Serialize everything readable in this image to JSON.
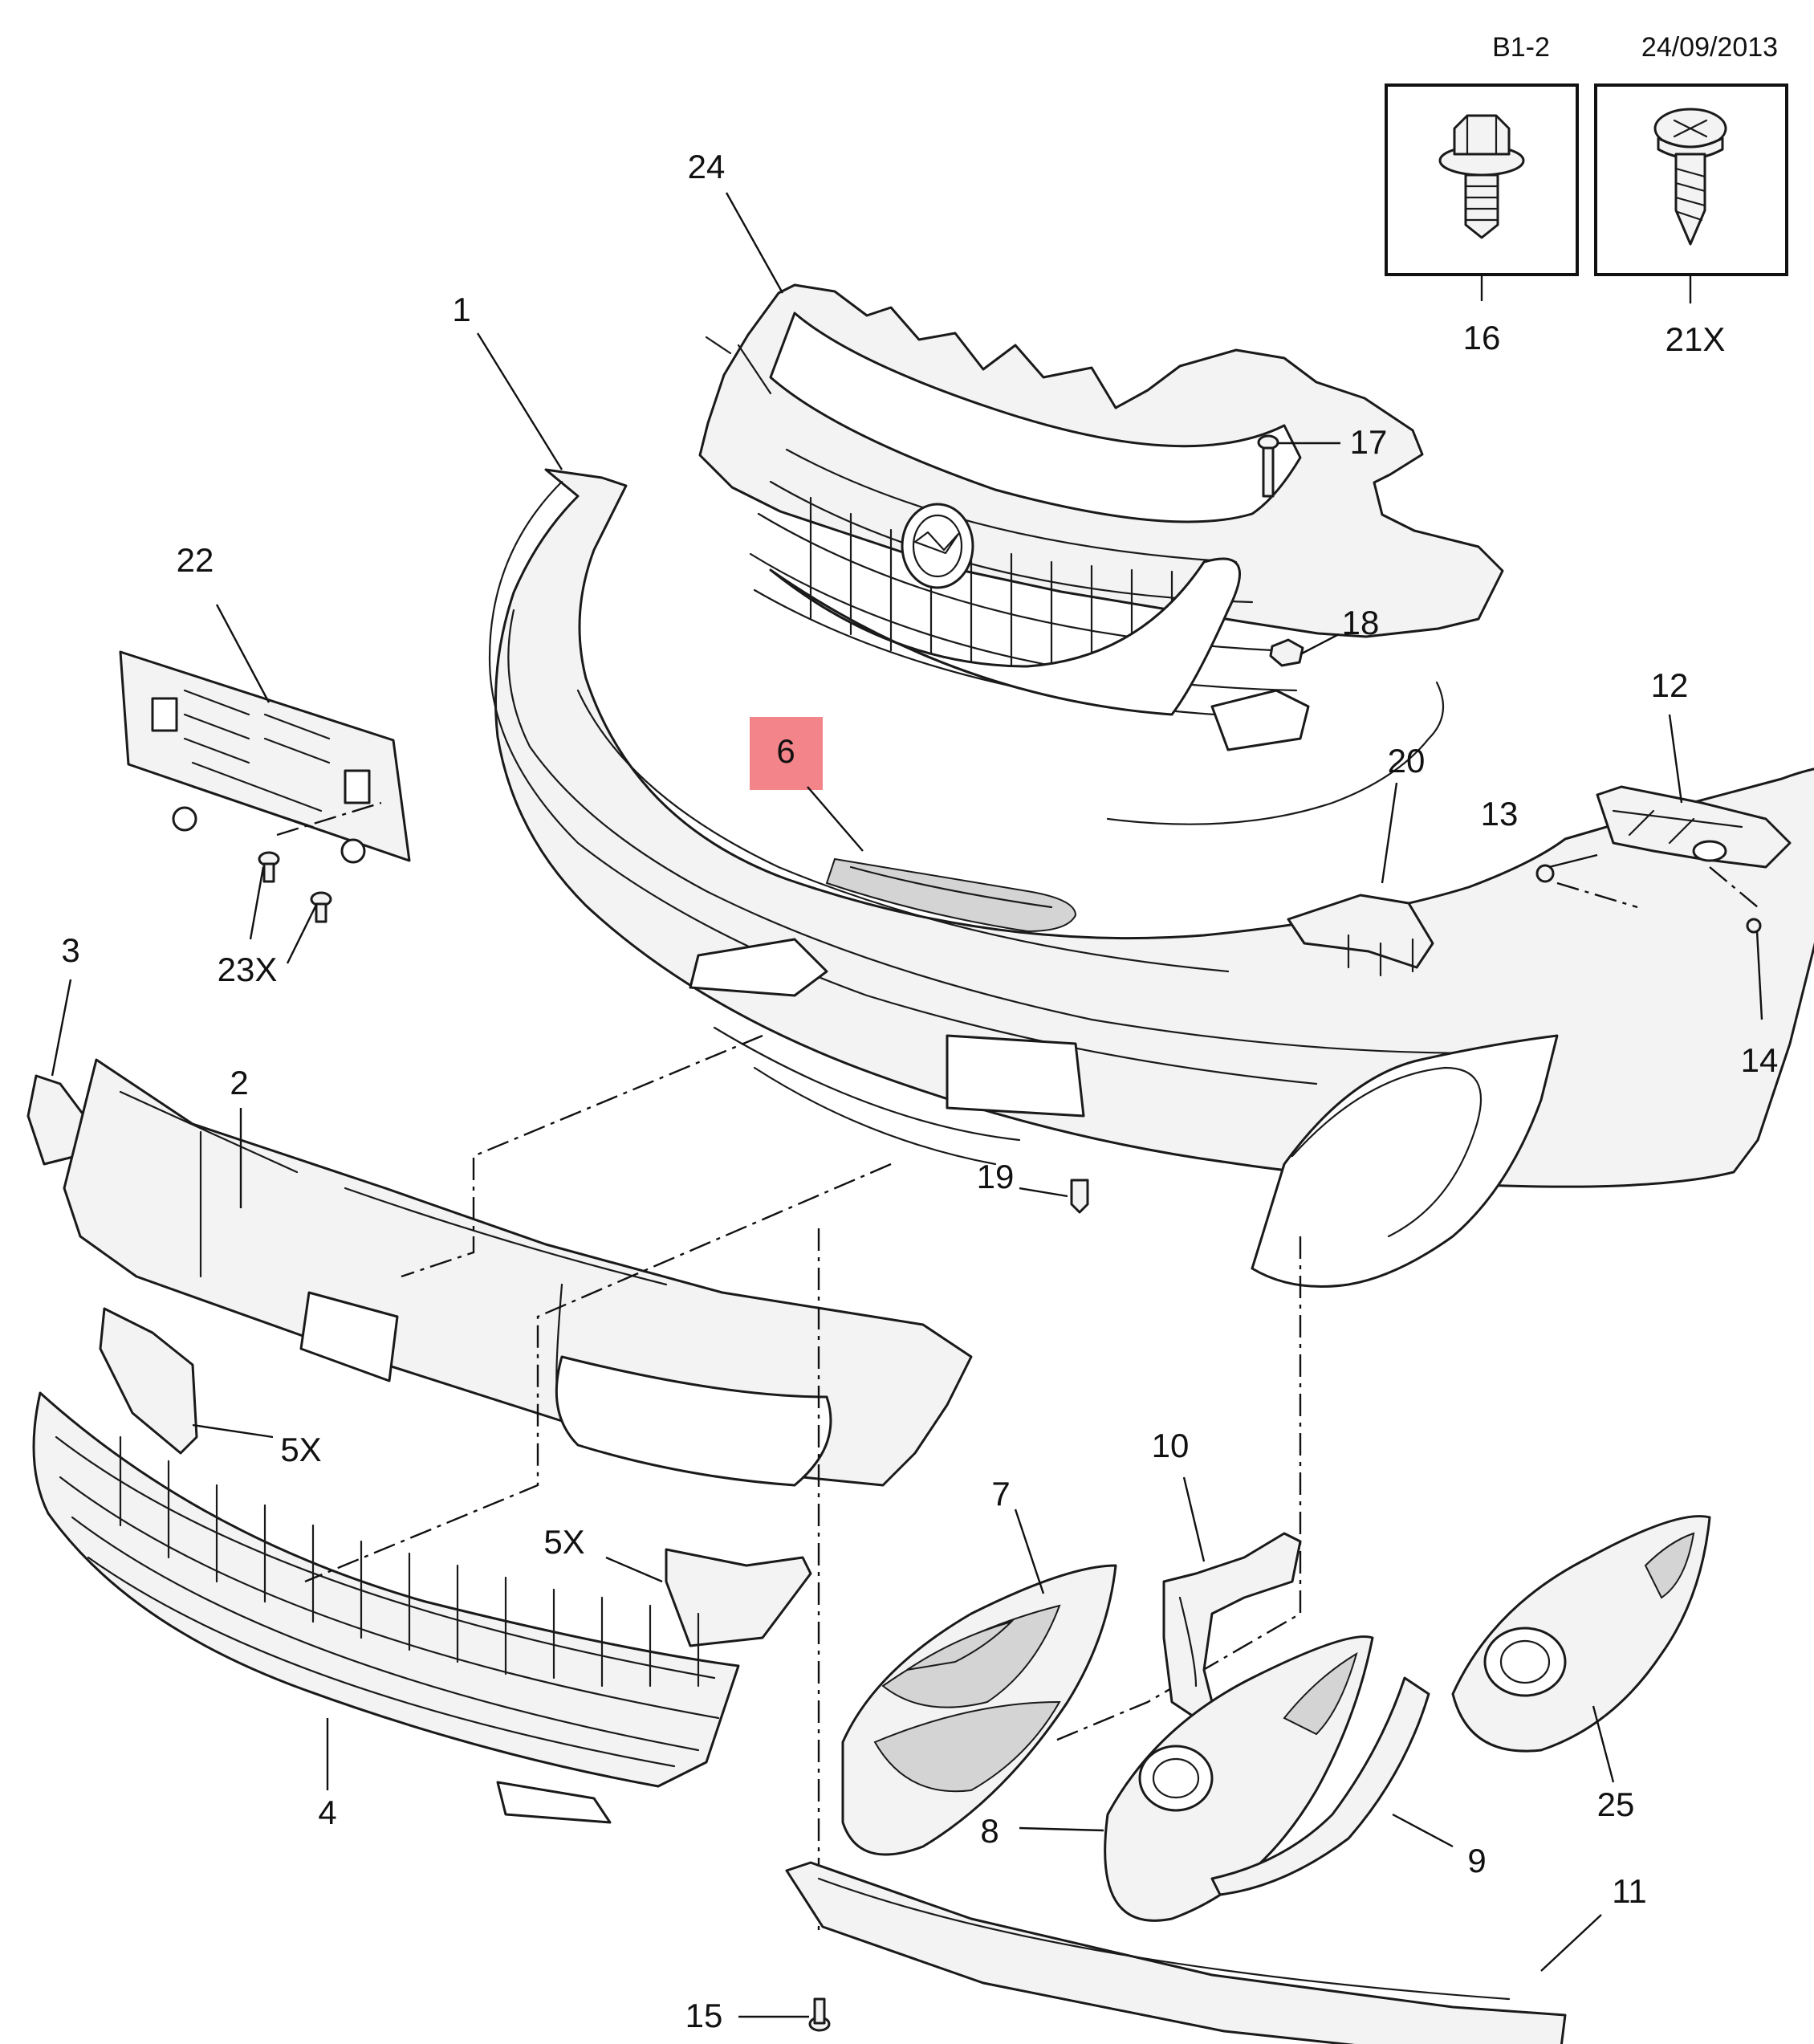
{
  "header": {
    "section": "B1-2",
    "date": "24/09/2013"
  },
  "inset_labels": [
    "16",
    "21X"
  ],
  "callouts": {
    "c1": "1",
    "c2": "2",
    "c3": "3",
    "c4": "4",
    "c5a": "5X",
    "c5b": "5X",
    "c6": "6",
    "c7": "7",
    "c8": "8",
    "c9": "9",
    "c10": "10",
    "c11": "11",
    "c12": "12",
    "c13": "13",
    "c14": "14",
    "c15": "15",
    "c17": "17",
    "c18": "18",
    "c19": "19",
    "c20": "20",
    "c22": "22",
    "c23": "23X",
    "c24": "24",
    "c25": "25"
  },
  "highlight": {
    "label": "6",
    "color": "#f2848a"
  }
}
